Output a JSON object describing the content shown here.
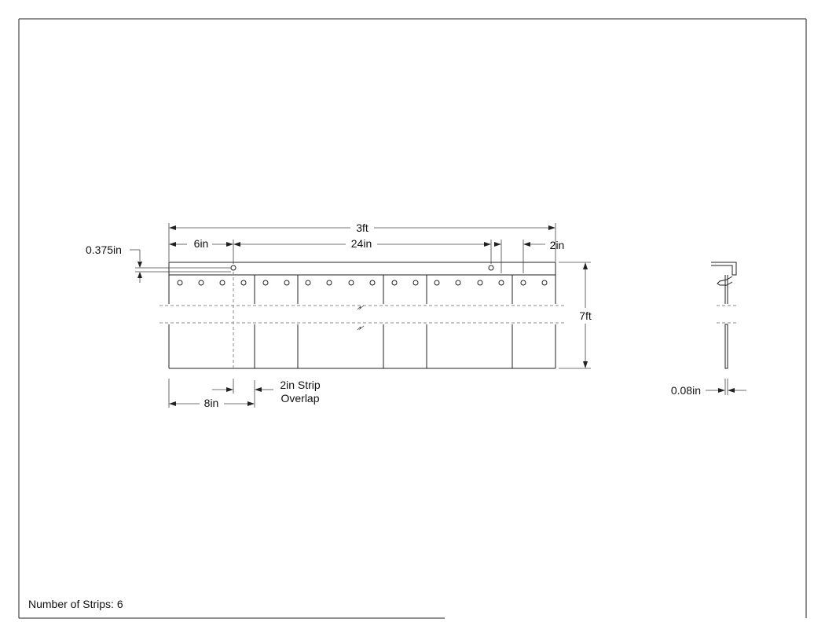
{
  "dimensions": {
    "overall_width": "3ft",
    "first_hole_offset": "6in",
    "hole_spacing": "24in",
    "end_offset": "2in",
    "hole_drop": "0.375in",
    "height": "7ft",
    "strip_width": "8in",
    "overlap_line1": "2in Strip",
    "overlap_line2": "Overlap",
    "thickness": "0.08in"
  },
  "footer": {
    "strips_label": "Number of Strips: 6"
  }
}
